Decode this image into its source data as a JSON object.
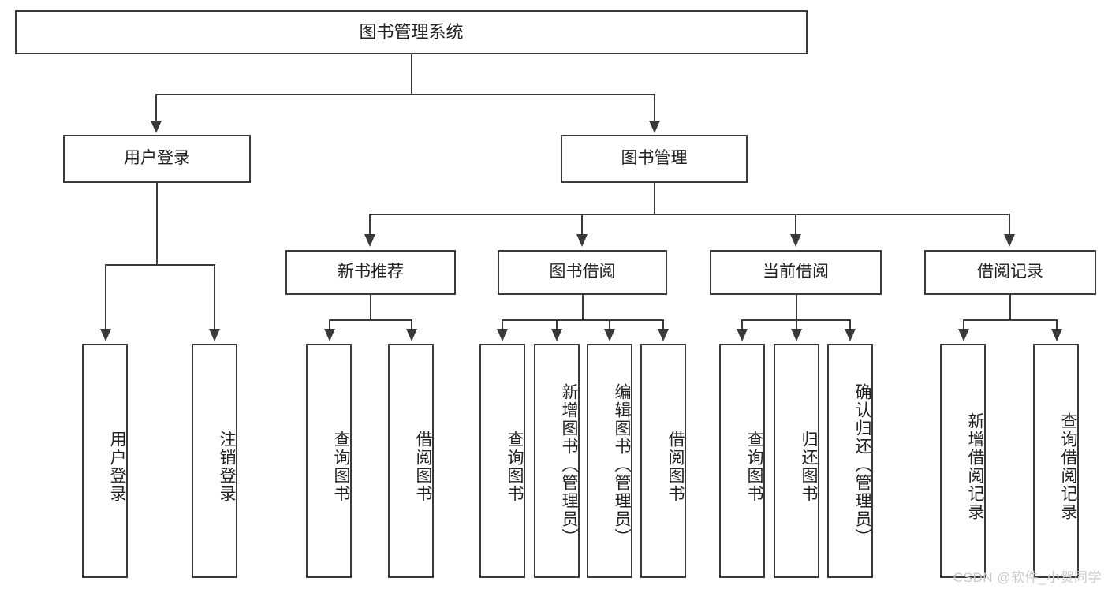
{
  "diagram": {
    "type": "tree",
    "title": "图书管理系统",
    "watermark": "CSDN @软件_小贺同学",
    "colors": {
      "box_border": "#3a3a3a",
      "box_fill": "#ffffff",
      "connector": "#3a3a3a",
      "text": "#222222",
      "watermark": "#c9c9c9",
      "background": "#ffffff"
    },
    "root": {
      "label": "图书管理系统",
      "children": [
        {
          "label": "用户登录",
          "children": [
            {
              "label": "用户登录"
            },
            {
              "label": "注销登录"
            }
          ]
        },
        {
          "label": "图书管理",
          "children": [
            {
              "label": "新书推荐",
              "children": [
                {
                  "label": "查询图书"
                },
                {
                  "label": "借阅图书"
                }
              ]
            },
            {
              "label": "图书借阅",
              "children": [
                {
                  "label": "查询图书"
                },
                {
                  "label": "新增图书（管理员）"
                },
                {
                  "label": "编辑图书（管理员）"
                },
                {
                  "label": "借阅图书"
                }
              ]
            },
            {
              "label": "当前借阅",
              "children": [
                {
                  "label": "查询图书"
                },
                {
                  "label": "归还图书"
                },
                {
                  "label": "确认归还（管理员）"
                }
              ]
            },
            {
              "label": "借阅记录",
              "children": [
                {
                  "label": "新增借阅记录"
                },
                {
                  "label": "查询借阅记录"
                }
              ]
            }
          ]
        }
      ]
    },
    "nodes": {
      "root": "图书管理系统",
      "user_login": "用户登录",
      "book_manage": "图书管理",
      "new_book_rec": "新书推荐",
      "book_borrow": "图书借阅",
      "current_borrow": "当前借阅",
      "borrow_record": "借阅记录",
      "leaf_user_login": "用户登录",
      "leaf_user_logout": "注销登录",
      "leaf_rec_query": "查询图书",
      "leaf_rec_borrow": "借阅图书",
      "leaf_bb_query": "查询图书",
      "leaf_bb_add": "新增图书（管理员）",
      "leaf_bb_edit": "编辑图书（管理员）",
      "leaf_bb_borrow": "借阅图书",
      "leaf_cb_query": "查询图书",
      "leaf_cb_return": "归还图书",
      "leaf_cb_confirm": "确认归还（管理员）",
      "leaf_br_add": "新增借阅记录",
      "leaf_br_query": "查询借阅记录"
    }
  }
}
